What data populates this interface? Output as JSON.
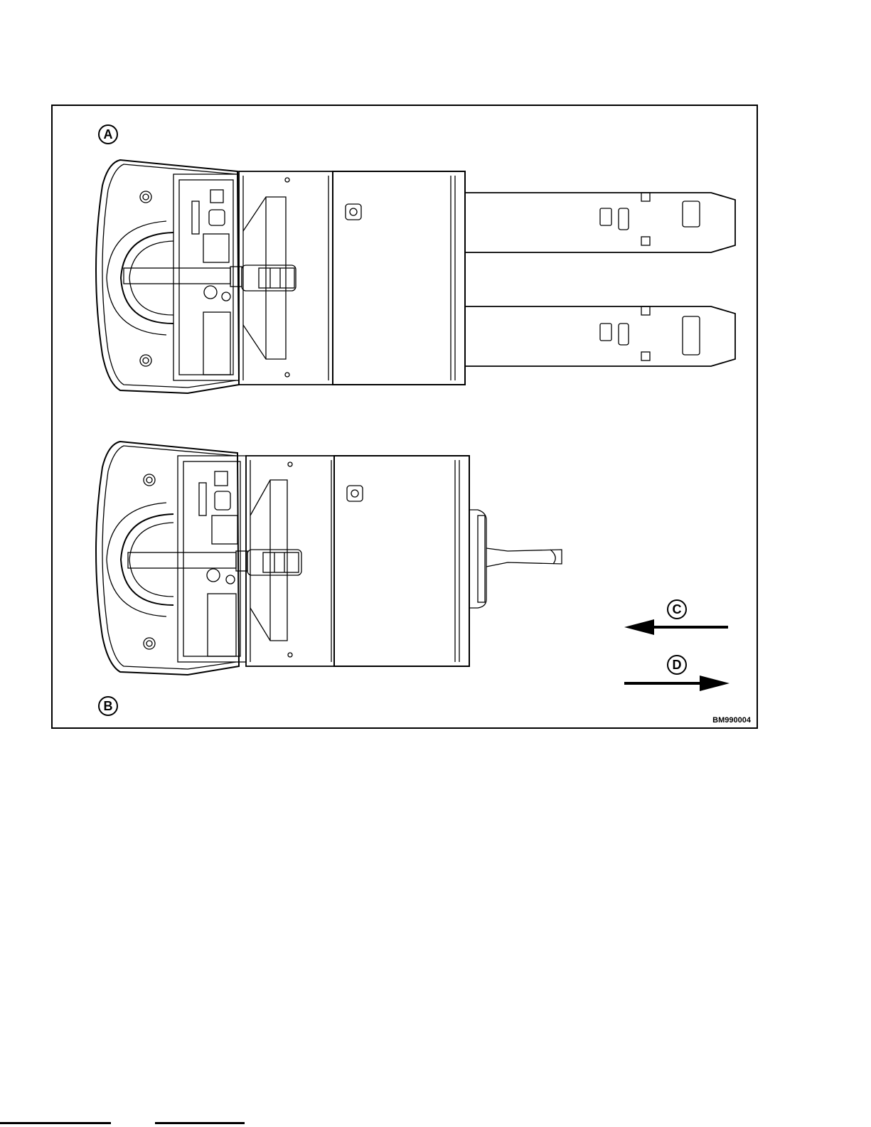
{
  "figure": {
    "callouts": {
      "a": "A",
      "b": "B",
      "c": "C",
      "d": "D"
    },
    "figure_id": "BM990004"
  },
  "colors": {
    "line": "#000000",
    "background": "#ffffff"
  },
  "icons": [
    "arrow-left-icon",
    "arrow-right-icon"
  ]
}
